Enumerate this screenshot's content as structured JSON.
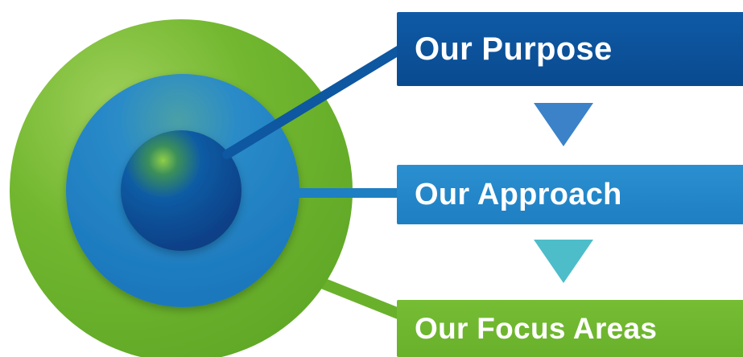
{
  "diagram": {
    "layers": [
      {
        "label": "Our Purpose",
        "color": "#0a4a8f"
      },
      {
        "label": "Our Approach",
        "color": "#1e7fc2"
      },
      {
        "label": "Our Focus Areas",
        "color": "#69b12b"
      }
    ],
    "arrow_colors": [
      "#3b82c9",
      "#4dbdc9"
    ],
    "circle_colors": {
      "outer": "#6fb52e",
      "middle": "#1f7fc3",
      "core": "#0a4c96"
    }
  }
}
